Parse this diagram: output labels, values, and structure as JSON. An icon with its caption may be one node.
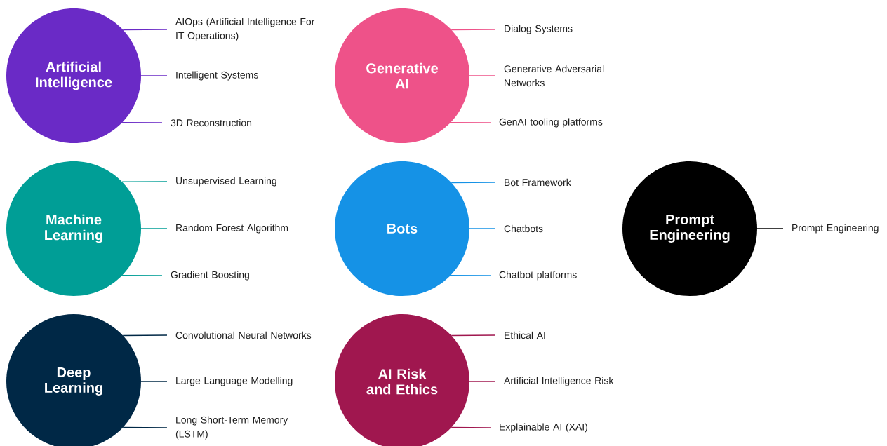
{
  "diagram": {
    "nodes": [
      {
        "text": [
          "Artificial Intelligence"
        ]
      },
      {
        "text": [
          "AIOps (Artificial Intelligence For IT Operations)"
        ]
      },
      {
        "text": [
          "Intelligent Systems"
        ]
      },
      {
        "text": [
          "3D Reconstruction"
        ]
      },
      {
        "text": [
          "Generative AI"
        ]
      },
      {
        "text": [
          "Dialog Systems"
        ]
      },
      {
        "text": [
          "Generative Adversarial Networks"
        ]
      },
      {
        "text": [
          "GenAI tooling platforms"
        ]
      },
      {
        "text": [
          "Machine Learning"
        ]
      },
      {
        "text": [
          "Unsupervised Learning"
        ]
      },
      {
        "text": [
          "Random Forest Algorithm"
        ]
      },
      {
        "text": [
          "Gradient Boosting"
        ]
      },
      {
        "text": [
          "Bots"
        ]
      },
      {
        "text": [
          "Bot Framework"
        ]
      },
      {
        "text": [
          "Chatbots"
        ]
      },
      {
        "text": [
          "Chatbot platforms"
        ]
      },
      {
        "text": [
          "Prompt Engineering"
        ]
      },
      {
        "text": [
          "Prompt Engineering"
        ]
      },
      {
        "text": [
          "Deep Learning"
        ]
      },
      {
        "text": [
          "Convolutional Neural Networks"
        ]
      },
      {
        "text": [
          "Large Language Modelling"
        ]
      },
      {
        "text": [
          "Long Short-Term Memory (LSTM)"
        ]
      },
      {
        "text": [
          "AI Risk and Ethics"
        ]
      },
      {
        "text": [
          "Ethical AI"
        ]
      },
      {
        "text": [
          "Artificial Intelligence Risk"
        ]
      },
      {
        "text": [
          "Explainable AI (XAI)"
        ]
      }
    ],
    "edges": [
      {
        "from": 0,
        "to": 1,
        "arrow": "none",
        "color": "#6a2ac6"
      },
      {
        "from": 0,
        "to": 2,
        "arrow": "none",
        "color": "#6a2ac6"
      },
      {
        "from": 0,
        "to": 3,
        "arrow": "none",
        "color": "#6a2ac6"
      },
      {
        "from": 4,
        "to": 5,
        "arrow": "none",
        "color": "#ee5289"
      },
      {
        "from": 4,
        "to": 6,
        "arrow": "none",
        "color": "#ee5289"
      },
      {
        "from": 4,
        "to": 7,
        "arrow": "none",
        "color": "#ee5289"
      },
      {
        "from": 8,
        "to": 9,
        "arrow": "none",
        "color": "#009e96"
      },
      {
        "from": 8,
        "to": 10,
        "arrow": "none",
        "color": "#009e96"
      },
      {
        "from": 8,
        "to": 11,
        "arrow": "none",
        "color": "#009e96"
      },
      {
        "from": 12,
        "to": 13,
        "arrow": "none",
        "color": "#1592e6"
      },
      {
        "from": 12,
        "to": 14,
        "arrow": "none",
        "color": "#1592e6"
      },
      {
        "from": 12,
        "to": 15,
        "arrow": "none",
        "color": "#1592e6"
      },
      {
        "from": 16,
        "to": 17,
        "arrow": "none",
        "color": "#000000"
      },
      {
        "from": 18,
        "to": 19,
        "arrow": "none",
        "color": "#002846"
      },
      {
        "from": 18,
        "to": 20,
        "arrow": "none",
        "color": "#002846"
      },
      {
        "from": 18,
        "to": 21,
        "arrow": "none",
        "color": "#002846"
      },
      {
        "from": 22,
        "to": 23,
        "arrow": "none",
        "color": "#a0174f"
      },
      {
        "from": 22,
        "to": 24,
        "arrow": "none",
        "color": "#a0174f"
      },
      {
        "from": 22,
        "to": 25,
        "arrow": "none",
        "color": "#a0174f"
      }
    ]
  }
}
